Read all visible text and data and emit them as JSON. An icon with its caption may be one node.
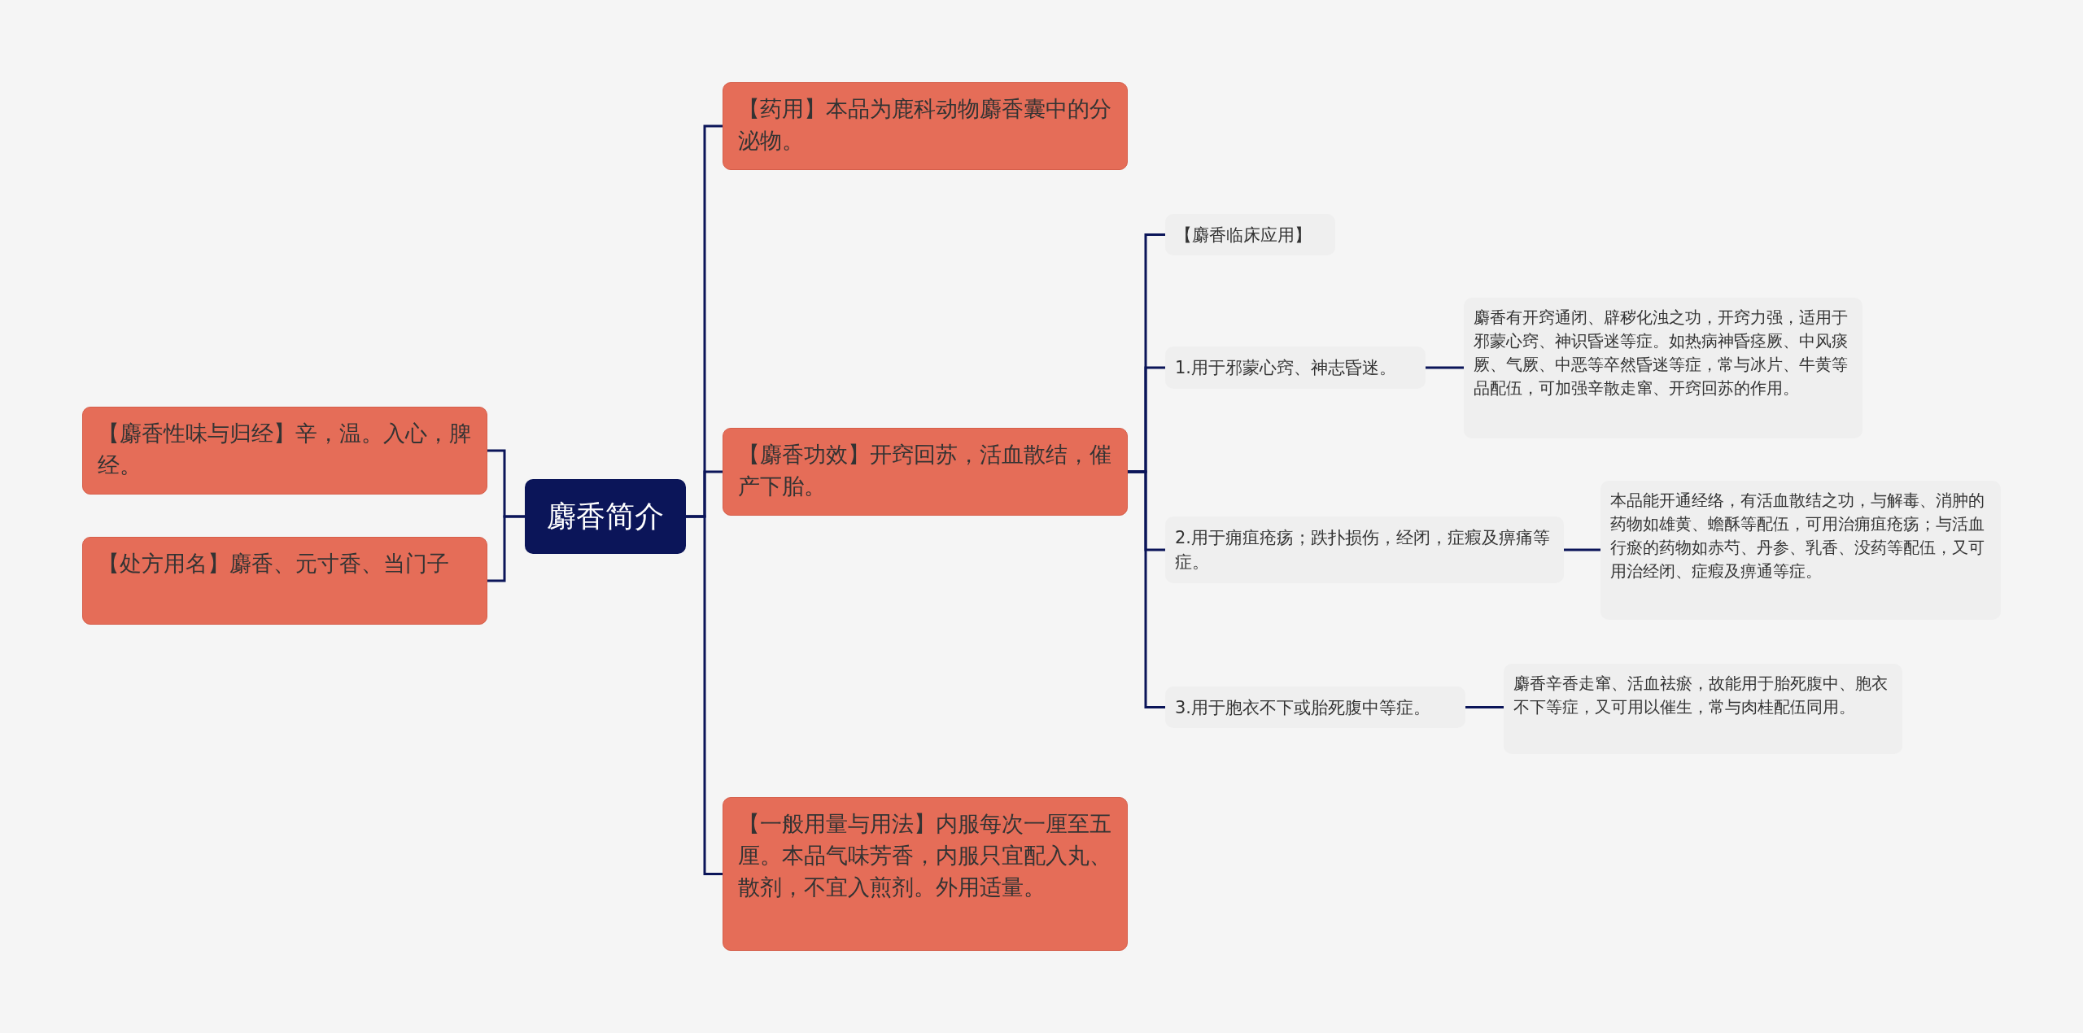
{
  "diagram": {
    "nodes": [
      {
        "text": [
          "麝香简介"
        ]
      },
      {
        "text": [
          "【麝香性味与归经】辛，温。入心，脾经。"
        ]
      },
      {
        "text": [
          "【处方用名】麝香、元寸香、当门子"
        ]
      },
      {
        "text": [
          "【药用】本品为鹿科动物麝香囊中的分泌物。"
        ]
      },
      {
        "text": [
          "【麝香功效】开窍回苏，活血散结，催产下胎。"
        ]
      },
      {
        "text": [
          "【一般用量与用法】内服每次一厘至五厘。本品气味芳香，内服只宜配入丸、散剂，不宜入煎剂。外用适量。"
        ]
      },
      {
        "text": [
          "【麝香临床应用】"
        ]
      },
      {
        "text": [
          "1.用于邪蒙心窍、神志昏迷。"
        ]
      },
      {
        "text": [
          "麝香有开窍通闭、辟秽化浊之功，开窍力强，适用于邪蒙心窍、神识昏迷等症。如热病神昏痉厥、中风痰厥、气厥、中恶等卒然昏迷等症，常与冰片、牛黄等品配伍，可加强辛散走窜、开窍回苏的作用。"
        ]
      },
      {
        "text": [
          "2.用于痈疽疮疡；跌扑损伤，经闭，症瘕及痹痛等症。"
        ]
      },
      {
        "text": [
          "本品能开通经络，有活血散结之功，与解毒、消肿的药物如雄黄、蟾酥等配伍，可用治痈疽疮疡；与活血行瘀的药物如赤芍、丹参、乳香、没药等配伍，又可用治经闭、症瘕及痹通等症。"
        ]
      },
      {
        "text": [
          "3.用于胞衣不下或胎死腹中等症。"
        ]
      },
      {
        "text": [
          "麝香辛香走窜、活血祛瘀，故能用于胎死腹中、胞衣不下等症，又可用以催生，常与肉桂配伍同用。"
        ]
      }
    ],
    "edges": [
      {
        "from": 0,
        "to": 1,
        "arrow": "none"
      },
      {
        "from": 0,
        "to": 2,
        "arrow": "none"
      },
      {
        "from": 0,
        "to": 3,
        "arrow": "none"
      },
      {
        "from": 0,
        "to": 4,
        "arrow": "none"
      },
      {
        "from": 0,
        "to": 5,
        "arrow": "none"
      },
      {
        "from": 4,
        "to": 6,
        "arrow": "none"
      },
      {
        "from": 4,
        "to": 7,
        "arrow": "none"
      },
      {
        "from": 4,
        "to": 9,
        "arrow": "none"
      },
      {
        "from": 4,
        "to": 11,
        "arrow": "none"
      },
      {
        "from": 7,
        "to": 8,
        "arrow": "none"
      },
      {
        "from": 9,
        "to": 10,
        "arrow": "none"
      },
      {
        "from": 11,
        "to": 12,
        "arrow": "none"
      }
    ]
  }
}
